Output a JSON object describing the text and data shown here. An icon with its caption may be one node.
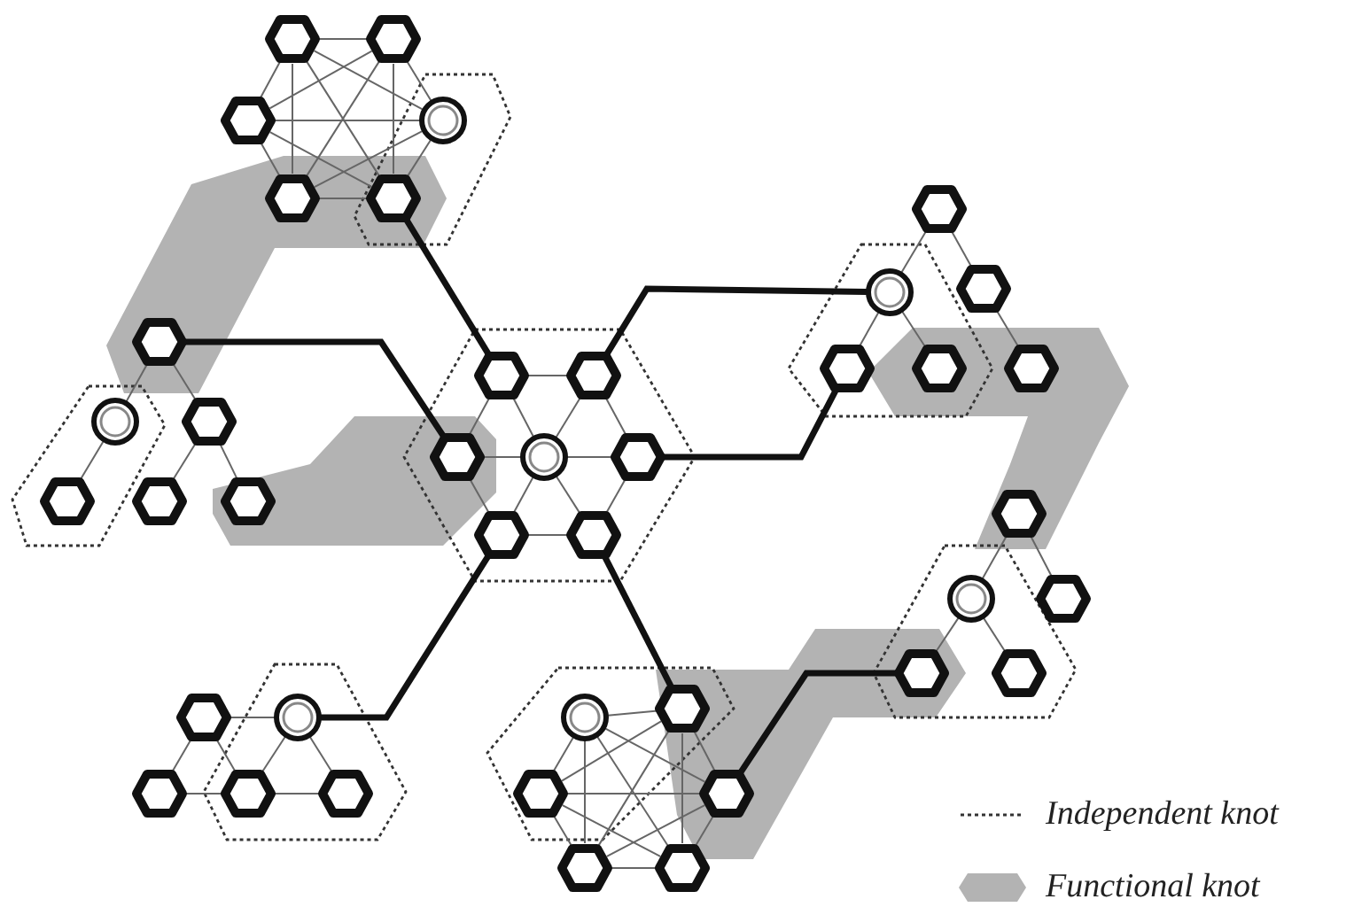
{
  "diagram": {
    "nodes": [
      {
        "text": [],
        "shape": "hexagon"
      },
      {
        "text": [],
        "shape": "hexagon"
      },
      {
        "text": [],
        "shape": "hexagon"
      },
      {
        "text": [],
        "shape": "circle"
      },
      {
        "text": [],
        "shape": "hexagon"
      },
      {
        "text": [],
        "shape": "hexagon"
      },
      {
        "text": [],
        "shape": "hexagon"
      },
      {
        "text": [],
        "shape": "circle"
      },
      {
        "text": [],
        "shape": "hexagon"
      },
      {
        "text": [],
        "shape": "hexagon"
      },
      {
        "text": [],
        "shape": "hexagon"
      },
      {
        "text": [],
        "shape": "hexagon"
      },
      {
        "text": [],
        "shape": "hexagon"
      },
      {
        "text": [],
        "shape": "hexagon"
      },
      {
        "text": [],
        "shape": "hexagon"
      },
      {
        "text": [],
        "shape": "circle"
      },
      {
        "text": [],
        "shape": "hexagon"
      },
      {
        "text": [],
        "shape": "hexagon"
      },
      {
        "text": [],
        "shape": "circle"
      },
      {
        "text": [],
        "shape": "hexagon"
      },
      {
        "text": [],
        "shape": "hexagon"
      },
      {
        "text": [],
        "shape": "hexagon"
      },
      {
        "text": [],
        "shape": "hexagon"
      },
      {
        "text": [],
        "shape": "hexagon"
      },
      {
        "text": [],
        "shape": "hexagon"
      },
      {
        "text": [],
        "shape": "hexagon"
      },
      {
        "text": [],
        "shape": "circle"
      },
      {
        "text": [],
        "shape": "hexagon"
      },
      {
        "text": [],
        "shape": "hexagon"
      },
      {
        "text": [],
        "shape": "hexagon"
      },
      {
        "text": [],
        "shape": "hexagon"
      },
      {
        "text": [],
        "shape": "hexagon"
      },
      {
        "text": [],
        "shape": "circle"
      },
      {
        "text": [],
        "shape": "circle"
      },
      {
        "text": [],
        "shape": "hexagon"
      },
      {
        "text": [],
        "shape": "hexagon"
      },
      {
        "text": [],
        "shape": "hexagon"
      },
      {
        "text": [],
        "shape": "hexagon"
      },
      {
        "text": [],
        "shape": "hexagon"
      },
      {
        "text": [],
        "shape": "hexagon"
      },
      {
        "text": [],
        "shape": "hexagon"
      }
    ],
    "edges": [
      {
        "from": 0,
        "to": 1,
        "arrow": "none"
      },
      {
        "from": 0,
        "to": 2,
        "arrow": "none"
      },
      {
        "from": 0,
        "to": 3,
        "arrow": "none"
      },
      {
        "from": 0,
        "to": 4,
        "arrow": "none"
      },
      {
        "from": 0,
        "to": 5,
        "arrow": "none"
      },
      {
        "from": 1,
        "to": 2,
        "arrow": "none"
      },
      {
        "from": 1,
        "to": 3,
        "arrow": "none"
      },
      {
        "from": 1,
        "to": 4,
        "arrow": "none"
      },
      {
        "from": 1,
        "to": 5,
        "arrow": "none"
      },
      {
        "from": 2,
        "to": 3,
        "arrow": "none"
      },
      {
        "from": 2,
        "to": 4,
        "arrow": "none"
      },
      {
        "from": 2,
        "to": 5,
        "arrow": "none"
      },
      {
        "from": 3,
        "to": 4,
        "arrow": "none"
      },
      {
        "from": 3,
        "to": 5,
        "arrow": "none"
      },
      {
        "from": 4,
        "to": 5,
        "arrow": "none"
      },
      {
        "from": 5,
        "to": 10,
        "arrow": "none",
        "style": "thick"
      },
      {
        "from": 9,
        "to": 15,
        "arrow": "none"
      },
      {
        "from": 9,
        "to": 16,
        "arrow": "none"
      },
      {
        "from": 15,
        "to": 20,
        "arrow": "none"
      },
      {
        "from": 16,
        "to": 21,
        "arrow": "none"
      },
      {
        "from": 16,
        "to": 22,
        "arrow": "none"
      },
      {
        "from": 9,
        "to": 17,
        "arrow": "none",
        "style": "thick"
      },
      {
        "from": 18,
        "to": 10,
        "arrow": "none"
      },
      {
        "from": 18,
        "to": 11,
        "arrow": "none"
      },
      {
        "from": 18,
        "to": 17,
        "arrow": "none"
      },
      {
        "from": 18,
        "to": 19,
        "arrow": "none"
      },
      {
        "from": 18,
        "to": 23,
        "arrow": "none"
      },
      {
        "from": 18,
        "to": 24,
        "arrow": "none"
      },
      {
        "from": 10,
        "to": 11,
        "arrow": "none"
      },
      {
        "from": 11,
        "to": 19,
        "arrow": "none"
      },
      {
        "from": 19,
        "to": 24,
        "arrow": "none"
      },
      {
        "from": 24,
        "to": 23,
        "arrow": "none"
      },
      {
        "from": 23,
        "to": 17,
        "arrow": "none"
      },
      {
        "from": 17,
        "to": 10,
        "arrow": "none"
      },
      {
        "from": 11,
        "to": 7,
        "arrow": "none",
        "style": "thick"
      },
      {
        "from": 19,
        "to": 12,
        "arrow": "none",
        "style": "thick"
      },
      {
        "from": 23,
        "to": 32,
        "arrow": "none",
        "style": "thick"
      },
      {
        "from": 24,
        "to": 30,
        "arrow": "none",
        "style": "thick"
      },
      {
        "from": 7,
        "to": 6,
        "arrow": "none"
      },
      {
        "from": 6,
        "to": 8,
        "arrow": "none"
      },
      {
        "from": 8,
        "to": 14,
        "arrow": "none"
      },
      {
        "from": 7,
        "to": 12,
        "arrow": "none"
      },
      {
        "from": 7,
        "to": 13,
        "arrow": "none"
      },
      {
        "from": 25,
        "to": 26,
        "arrow": "none"
      },
      {
        "from": 25,
        "to": 27,
        "arrow": "none"
      },
      {
        "from": 26,
        "to": 28,
        "arrow": "none"
      },
      {
        "from": 26,
        "to": 29,
        "arrow": "none"
      },
      {
        "from": 28,
        "to": 38,
        "arrow": "none",
        "style": "thick"
      },
      {
        "from": 31,
        "to": 32,
        "arrow": "none"
      },
      {
        "from": 31,
        "to": 34,
        "arrow": "none"
      },
      {
        "from": 31,
        "to": 35,
        "arrow": "none"
      },
      {
        "from": 32,
        "to": 35,
        "arrow": "none"
      },
      {
        "from": 32,
        "to": 36,
        "arrow": "none"
      },
      {
        "from": 34,
        "to": 35,
        "arrow": "none"
      },
      {
        "from": 35,
        "to": 36,
        "arrow": "none"
      },
      {
        "from": 33,
        "to": 30,
        "arrow": "none"
      },
      {
        "from": 33,
        "to": 37,
        "arrow": "none"
      },
      {
        "from": 33,
        "to": 38,
        "arrow": "none"
      },
      {
        "from": 33,
        "to": 39,
        "arrow": "none"
      },
      {
        "from": 33,
        "to": 40,
        "arrow": "none"
      },
      {
        "from": 30,
        "to": 37,
        "arrow": "none"
      },
      {
        "from": 30,
        "to": 38,
        "arrow": "none"
      },
      {
        "from": 30,
        "to": 39,
        "arrow": "none"
      },
      {
        "from": 30,
        "to": 40,
        "arrow": "none"
      },
      {
        "from": 37,
        "to": 38,
        "arrow": "none"
      },
      {
        "from": 37,
        "to": 39,
        "arrow": "none"
      },
      {
        "from": 37,
        "to": 40,
        "arrow": "none"
      },
      {
        "from": 38,
        "to": 39,
        "arrow": "none"
      },
      {
        "from": 38,
        "to": 40,
        "arrow": "none"
      },
      {
        "from": 39,
        "to": 40,
        "arrow": "none"
      }
    ],
    "legend": [
      {
        "text": "Independent knot"
      },
      {
        "text": "Functional knot"
      }
    ]
  }
}
